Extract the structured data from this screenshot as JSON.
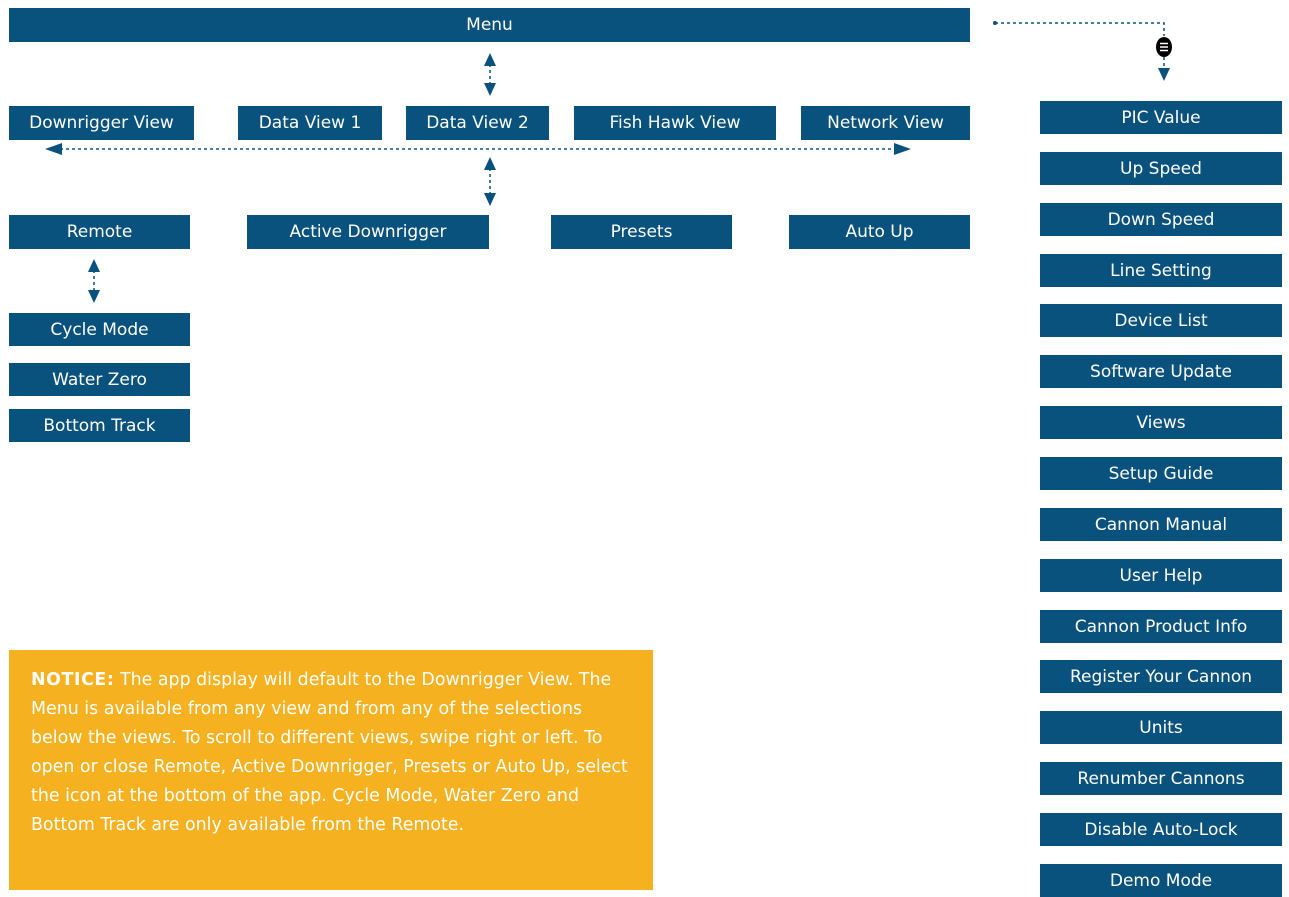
{
  "menu": {
    "label": "Menu"
  },
  "views": [
    {
      "key": "downrigger-view",
      "label": "Downrigger View"
    },
    {
      "key": "data-view-1",
      "label": "Data View 1"
    },
    {
      "key": "data-view-2",
      "label": "Data View 2"
    },
    {
      "key": "fish-hawk-view",
      "label": "Fish Hawk View"
    },
    {
      "key": "network-view",
      "label": "Network View"
    }
  ],
  "selections": [
    {
      "key": "remote",
      "label": "Remote"
    },
    {
      "key": "active-downrigger",
      "label": "Active Downrigger"
    },
    {
      "key": "presets",
      "label": "Presets"
    },
    {
      "key": "auto-up",
      "label": "Auto Up"
    }
  ],
  "remote_items": [
    {
      "key": "cycle-mode",
      "label": "Cycle Mode"
    },
    {
      "key": "water-zero",
      "label": "Water Zero"
    },
    {
      "key": "bottom-track",
      "label": "Bottom Track"
    }
  ],
  "menu_items": [
    {
      "key": "pic-value",
      "label": "PIC Value"
    },
    {
      "key": "up-speed",
      "label": "Up Speed"
    },
    {
      "key": "down-speed",
      "label": "Down Speed"
    },
    {
      "key": "line-setting",
      "label": "Line Setting"
    },
    {
      "key": "device-list",
      "label": "Device List"
    },
    {
      "key": "software-update",
      "label": "Software Update"
    },
    {
      "key": "views",
      "label": "Views"
    },
    {
      "key": "setup-guide",
      "label": "Setup Guide"
    },
    {
      "key": "cannon-manual",
      "label": "Cannon Manual"
    },
    {
      "key": "user-help",
      "label": "User Help"
    },
    {
      "key": "cannon-product-info",
      "label": "Cannon Product Info"
    },
    {
      "key": "register-your-cannon",
      "label": "Register Your Cannon"
    },
    {
      "key": "units",
      "label": "Units"
    },
    {
      "key": "renumber-cannons",
      "label": "Renumber Cannons"
    },
    {
      "key": "disable-auto-lock",
      "label": "Disable Auto-Lock"
    },
    {
      "key": "demo-mode",
      "label": "Demo Mode"
    }
  ],
  "menu_icon": {
    "icon": "hamburger-menu-icon"
  },
  "notice": {
    "label": "NOTICE:",
    "text": "The app display will default to the Downrigger View. The Menu is available from any view and from any of the selections below the views. To scroll to different views, swipe right or left. To open or close Remote, Active Downrigger, Presets or Auto Up, select the icon at the bottom of the app. Cycle Mode, Water Zero and Bottom Track are only available from the Remote."
  },
  "colors": {
    "box": "#0a527e",
    "notice": "#f5b11f",
    "text": "#ffffff"
  }
}
